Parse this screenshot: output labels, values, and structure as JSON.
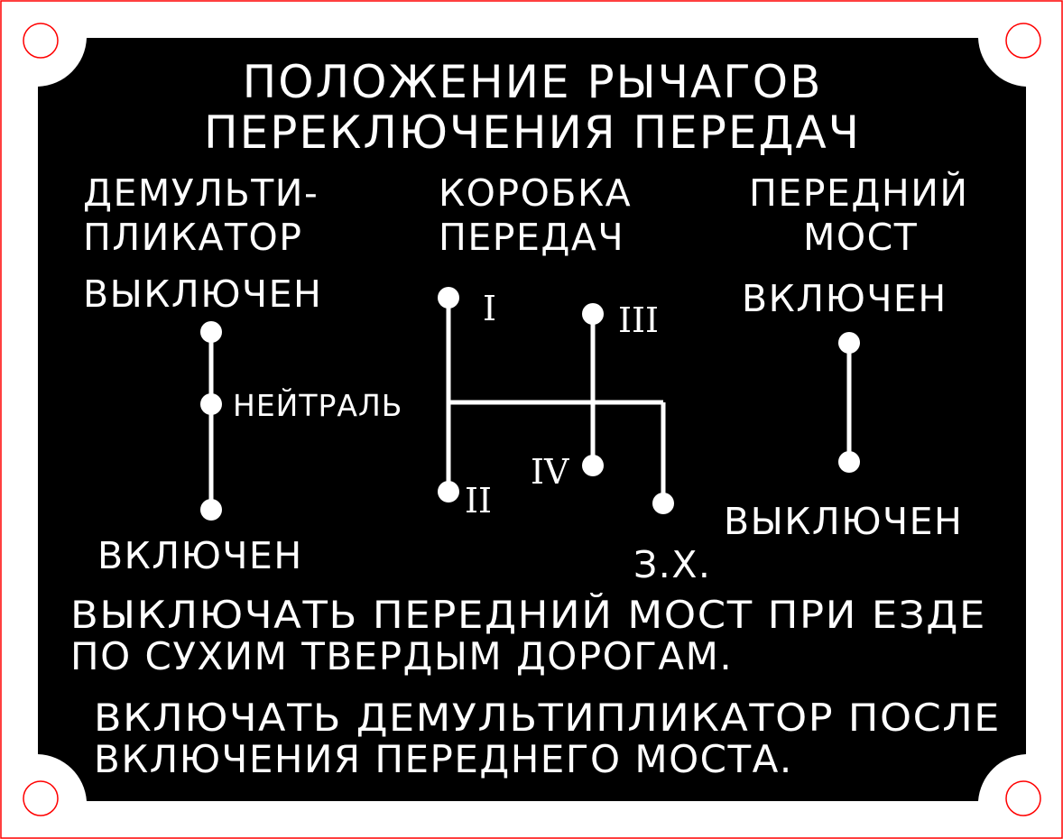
{
  "plate": {
    "title_line1": "ПОЛОЖЕНИЕ РЫЧАГОВ",
    "title_line2": "ПЕРЕКЛЮЧЕНИЯ ПЕРЕДАЧ",
    "colors": {
      "background": "#000000",
      "foreground": "#ffffff",
      "outline": "#ff0000"
    }
  },
  "demultiplier": {
    "heading_line1": "ДЕМУЛЬТИ-",
    "heading_line2": "ПЛИКАТОР",
    "top_state": "ВЫКЛЮЧЕН",
    "middle_state": "НЕЙТРАЛЬ",
    "bottom_state": "ВКЛЮЧЕН"
  },
  "gearbox": {
    "heading_line1": "КОРОБКА",
    "heading_line2": "ПЕРЕДАЧ",
    "gear_1": "I",
    "gear_2": "II",
    "gear_3": "III",
    "gear_4": "IV",
    "reverse": "З.Х."
  },
  "front_axle": {
    "heading_line1": "ПЕРЕДНИЙ",
    "heading_line2": "МОСТ",
    "top_state": "ВКЛЮЧЕН",
    "bottom_state": "ВЫКЛЮЧЕН"
  },
  "notes": {
    "note1_line1": "ВЫКЛЮЧАТЬ ПЕРЕДНИЙ МОСТ ПРИ ЕЗДЕ",
    "note1_line2": "ПО СУХИМ ТВЕРДЫМ ДОРОГАМ.",
    "note2_line1": "ВКЛЮЧАТЬ ДЕМУЛЬТИПЛИКАТОР ПОСЛЕ",
    "note2_line2": "ВКЛЮЧЕНИЯ ПЕРЕДНЕГО МОСТА."
  }
}
